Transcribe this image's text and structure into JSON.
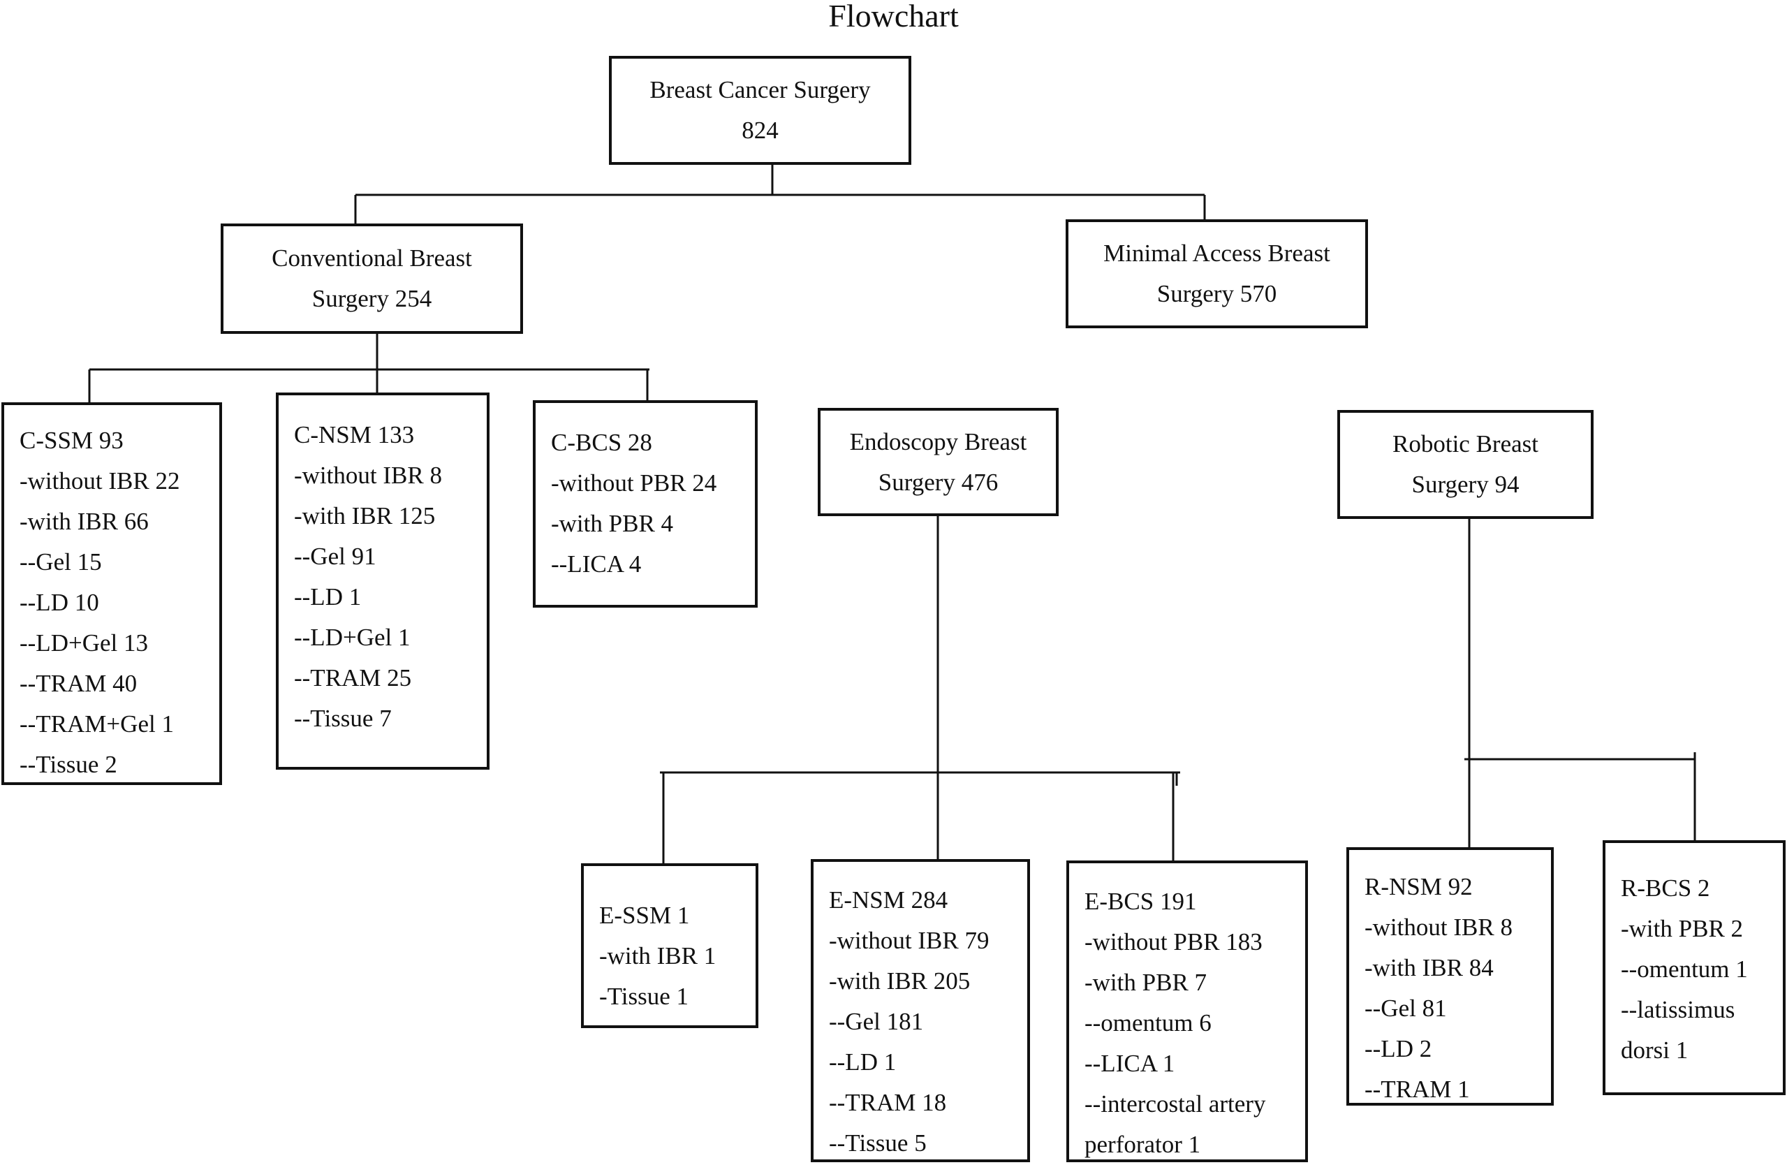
{
  "title": "Flowchart",
  "root": {
    "lines": [
      "Breast Cancer Surgery",
      "824"
    ]
  },
  "conventional": {
    "lines": [
      "Conventional Breast",
      "Surgery 254"
    ]
  },
  "minimal": {
    "lines": [
      "Minimal Access Breast",
      "Surgery 570"
    ]
  },
  "c_ssm": {
    "lines": [
      "C-SSM 93",
      "-without IBR 22",
      "-with IBR 66",
      "--Gel 15",
      "--LD 10",
      "--LD+Gel 13",
      "--TRAM 40",
      "--TRAM+Gel 1",
      "--Tissue 2"
    ]
  },
  "c_nsm": {
    "lines": [
      "C-NSM 133",
      "-without IBR 8",
      "-with IBR 125",
      "--Gel 91",
      "--LD 1",
      "--LD+Gel 1",
      "--TRAM 25",
      "--Tissue 7"
    ]
  },
  "c_bcs": {
    "lines": [
      "C-BCS 28",
      "-without PBR 24",
      "-with PBR 4",
      "--LICA 4"
    ]
  },
  "endoscopy": {
    "lines": [
      "Endoscopy Breast",
      "Surgery 476"
    ]
  },
  "robotic": {
    "lines": [
      "Robotic Breast",
      "Surgery 94"
    ]
  },
  "e_ssm": {
    "lines": [
      "E-SSM 1",
      "-with IBR 1",
      "-Tissue 1"
    ]
  },
  "e_nsm": {
    "lines": [
      "E-NSM 284",
      "-without IBR 79",
      "-with IBR 205",
      "--Gel 181",
      "--LD 1",
      "--TRAM 18",
      "--Tissue 5"
    ]
  },
  "e_bcs": {
    "lines": [
      "E-BCS 191",
      "-without PBR 183",
      "-with PBR 7",
      "--omentum 6",
      "--LICA 1",
      "--intercostal artery",
      "perforator 1"
    ]
  },
  "r_nsm": {
    "lines": [
      "R-NSM 92",
      "-without IBR 8",
      "-with IBR 84",
      "--Gel 81",
      "--LD 2",
      "--TRAM 1"
    ]
  },
  "r_bcs": {
    "lines": [
      "R-BCS 2",
      "-with PBR 2",
      "--omentum 1",
      "--latissimus",
      "dorsi 1"
    ]
  }
}
